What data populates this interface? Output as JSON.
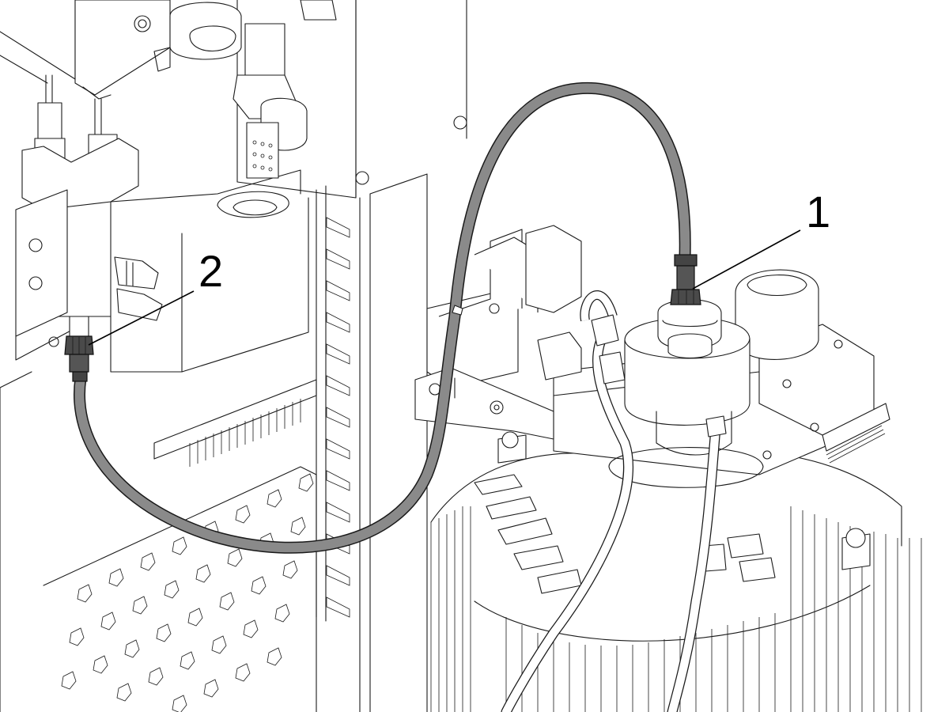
{
  "callouts": [
    {
      "id": "1",
      "label": "1"
    },
    {
      "id": "2",
      "label": "2"
    }
  ],
  "colors": {
    "hose": "#8a8a8a",
    "hose_outline": "#1a1a1a",
    "fitting": "#555555",
    "linework": "#1b1b1b",
    "background": "#ffffff"
  }
}
